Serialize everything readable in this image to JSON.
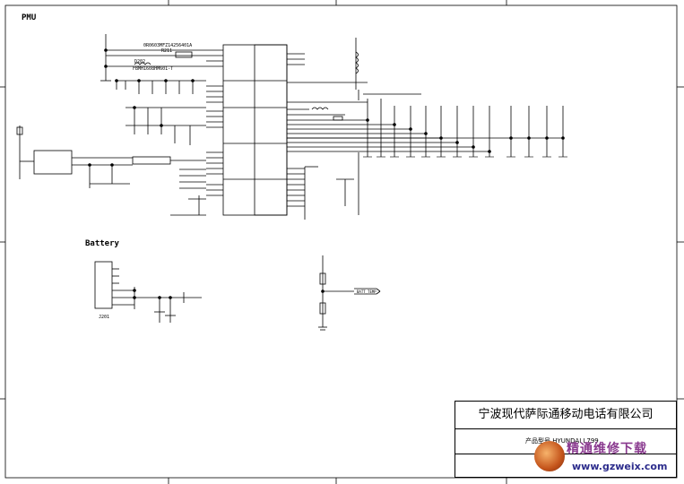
{
  "sections": {
    "pmu": "PMU",
    "battery": "Battery"
  },
  "labels": {
    "part_top_1": "0R0603MFZ14256401A",
    "part_top_2": "R211",
    "part_mid_1": "D202",
    "part_mid_2": "FBMH1608HM601-T",
    "conn": "J201",
    "to_pmu": "BATT_TEMP"
  },
  "title_block": {
    "company": "宁波现代萨际通移动电话有限公司",
    "product_prefix": "产品型号",
    "product": "HYUNDAI L799"
  },
  "watermark": {
    "text": "精通维修下载",
    "url": "www.gzweix.com"
  }
}
